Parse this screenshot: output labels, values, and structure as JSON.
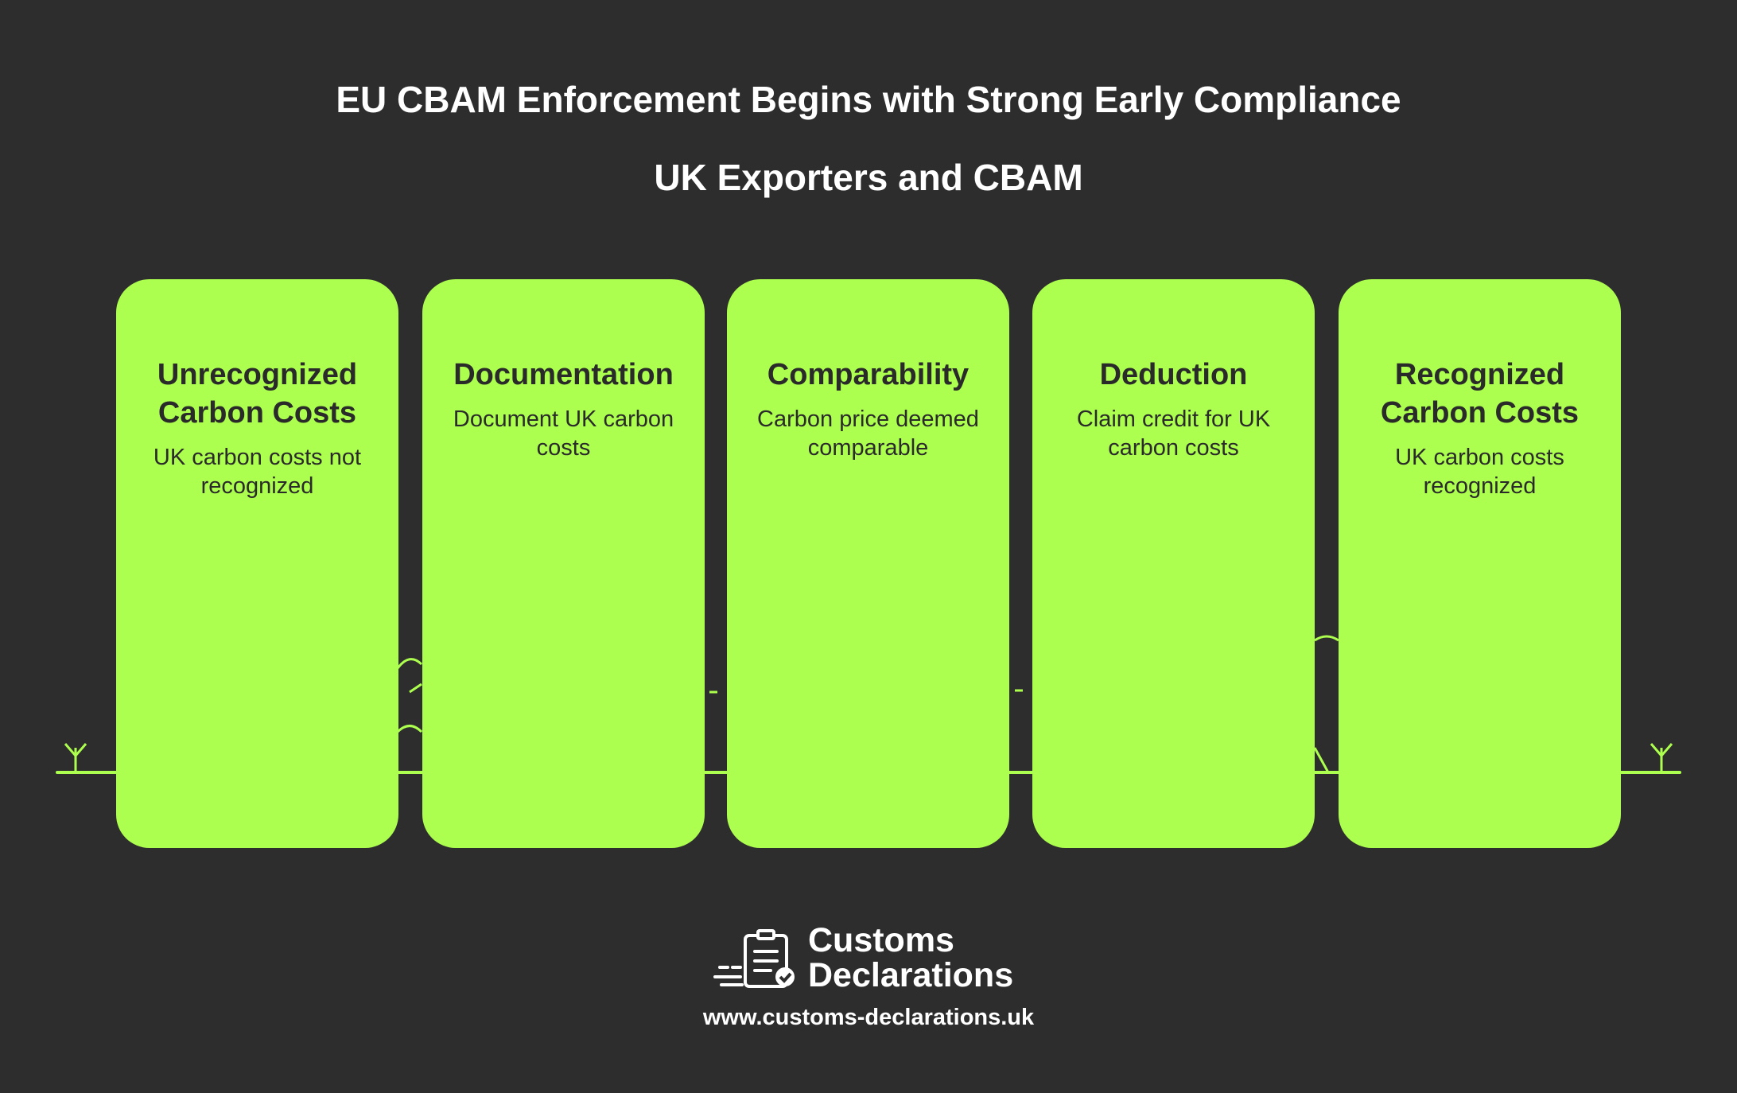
{
  "header": {
    "title": "EU CBAM Enforcement Begins with Strong Early Compliance",
    "subtitle": "UK Exporters and CBAM"
  },
  "stages": [
    {
      "title": "Unrecognized Carbon Costs",
      "description": "UK carbon costs not recognized"
    },
    {
      "title": "Documentation",
      "description": "Document UK carbon costs"
    },
    {
      "title": "Comparability",
      "description": "Carbon price deemed comparable"
    },
    {
      "title": "Deduction",
      "description": "Claim credit for UK carbon costs"
    },
    {
      "title": "Recognized Carbon Costs",
      "description": "UK carbon costs recognized"
    }
  ],
  "footer": {
    "brand_line1": "Customs",
    "brand_line2": "Declarations",
    "url": "www.customs-declarations.uk"
  },
  "colors": {
    "background": "#2d2d2d",
    "accent": "#adff4f",
    "text_dark": "#2a2a2a"
  }
}
